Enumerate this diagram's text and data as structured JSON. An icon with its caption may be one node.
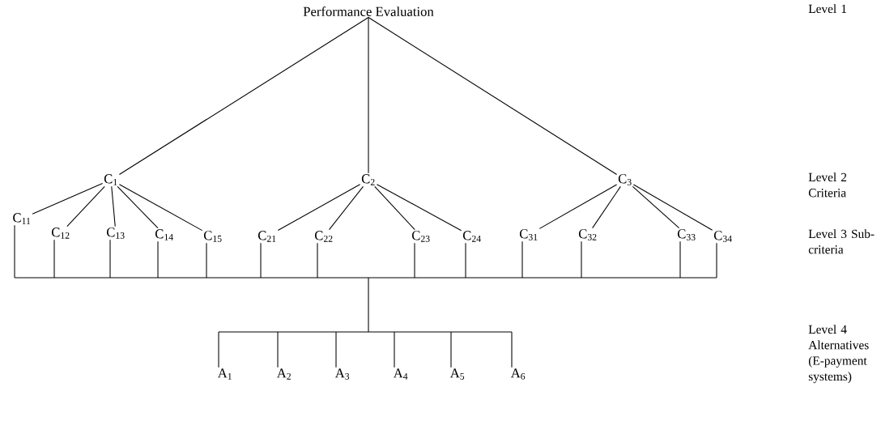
{
  "diagram": {
    "nodes": [
      {
        "text": [
          "Performance Evaluation"
        ]
      },
      {
        "text": [
          "C$_{1}$"
        ]
      },
      {
        "text": [
          "C$_{2}$"
        ]
      },
      {
        "text": [
          "C$_{3}$"
        ]
      },
      {
        "text": [
          "C$_{11}$"
        ]
      },
      {
        "text": [
          "C$_{12}$"
        ]
      },
      {
        "text": [
          "C$_{13}$"
        ]
      },
      {
        "text": [
          "C$_{14}$"
        ]
      },
      {
        "text": [
          "C$_{15}$"
        ]
      },
      {
        "text": [
          "C$_{21}$"
        ]
      },
      {
        "text": [
          "C$_{22}$"
        ]
      },
      {
        "text": [
          "C$_{23}$"
        ]
      },
      {
        "text": [
          "C$_{24}$"
        ]
      },
      {
        "text": [
          "C$_{31}$"
        ]
      },
      {
        "text": [
          "C$_{32}$"
        ]
      },
      {
        "text": [
          "C$_{33}$"
        ]
      },
      {
        "text": [
          "C$_{34}$"
        ]
      },
      {
        "text": [
          "A$_{1}$"
        ]
      },
      {
        "text": [
          "A$_{2}$"
        ]
      },
      {
        "text": [
          "A$_{3}$"
        ]
      },
      {
        "text": [
          "A$_{4}$"
        ]
      },
      {
        "text": [
          "A$_{5}$"
        ]
      },
      {
        "text": [
          "A$_{6}$"
        ]
      }
    ],
    "edges": [
      {
        "from": 0,
        "to": 1,
        "arrow": "none"
      },
      {
        "from": 0,
        "to": 2,
        "arrow": "none"
      },
      {
        "from": 0,
        "to": 3,
        "arrow": "none"
      },
      {
        "from": 1,
        "to": 4,
        "arrow": "none"
      },
      {
        "from": 1,
        "to": 5,
        "arrow": "none"
      },
      {
        "from": 1,
        "to": 6,
        "arrow": "none"
      },
      {
        "from": 1,
        "to": 7,
        "arrow": "none"
      },
      {
        "from": 1,
        "to": 8,
        "arrow": "none"
      },
      {
        "from": 2,
        "to": 9,
        "arrow": "none"
      },
      {
        "from": 2,
        "to": 10,
        "arrow": "none"
      },
      {
        "from": 2,
        "to": 11,
        "arrow": "none"
      },
      {
        "from": 2,
        "to": 12,
        "arrow": "none"
      },
      {
        "from": 3,
        "to": 13,
        "arrow": "none"
      },
      {
        "from": 3,
        "to": 14,
        "arrow": "none"
      },
      {
        "from": 3,
        "to": 15,
        "arrow": "none"
      },
      {
        "from": 3,
        "to": 16,
        "arrow": "none"
      },
      {
        "from": 4,
        "to": 17,
        "arrow": "none"
      },
      {
        "from": 4,
        "to": 18,
        "arrow": "none"
      },
      {
        "from": 4,
        "to": 19,
        "arrow": "none"
      },
      {
        "from": 4,
        "to": 20,
        "arrow": "none"
      },
      {
        "from": 4,
        "to": 21,
        "arrow": "none"
      },
      {
        "from": 4,
        "to": 22,
        "arrow": "none"
      },
      {
        "from": 5,
        "to": 17,
        "arrow": "none"
      },
      {
        "from": 5,
        "to": 18,
        "arrow": "none"
      },
      {
        "from": 5,
        "to": 19,
        "arrow": "none"
      },
      {
        "from": 5,
        "to": 20,
        "arrow": "none"
      },
      {
        "from": 5,
        "to": 21,
        "arrow": "none"
      },
      {
        "from": 5,
        "to": 22,
        "arrow": "none"
      },
      {
        "from": 6,
        "to": 17,
        "arrow": "none"
      },
      {
        "from": 6,
        "to": 18,
        "arrow": "none"
      },
      {
        "from": 6,
        "to": 19,
        "arrow": "none"
      },
      {
        "from": 6,
        "to": 20,
        "arrow": "none"
      },
      {
        "from": 6,
        "to": 21,
        "arrow": "none"
      },
      {
        "from": 6,
        "to": 22,
        "arrow": "none"
      },
      {
        "from": 7,
        "to": 17,
        "arrow": "none"
      },
      {
        "from": 7,
        "to": 18,
        "arrow": "none"
      },
      {
        "from": 7,
        "to": 19,
        "arrow": "none"
      },
      {
        "from": 7,
        "to": 20,
        "arrow": "none"
      },
      {
        "from": 7,
        "to": 21,
        "arrow": "none"
      },
      {
        "from": 7,
        "to": 22,
        "arrow": "none"
      },
      {
        "from": 8,
        "to": 17,
        "arrow": "none"
      },
      {
        "from": 8,
        "to": 18,
        "arrow": "none"
      },
      {
        "from": 8,
        "to": 19,
        "arrow": "none"
      },
      {
        "from": 8,
        "to": 20,
        "arrow": "none"
      },
      {
        "from": 8,
        "to": 21,
        "arrow": "none"
      },
      {
        "from": 8,
        "to": 22,
        "arrow": "none"
      },
      {
        "from": 9,
        "to": 17,
        "arrow": "none"
      },
      {
        "from": 9,
        "to": 18,
        "arrow": "none"
      },
      {
        "from": 9,
        "to": 19,
        "arrow": "none"
      },
      {
        "from": 9,
        "to": 20,
        "arrow": "none"
      },
      {
        "from": 9,
        "to": 21,
        "arrow": "none"
      },
      {
        "from": 9,
        "to": 22,
        "arrow": "none"
      },
      {
        "from": 10,
        "to": 17,
        "arrow": "none"
      },
      {
        "from": 10,
        "to": 18,
        "arrow": "none"
      },
      {
        "from": 10,
        "to": 19,
        "arrow": "none"
      },
      {
        "from": 10,
        "to": 20,
        "arrow": "none"
      },
      {
        "from": 10,
        "to": 21,
        "arrow": "none"
      },
      {
        "from": 10,
        "to": 22,
        "arrow": "none"
      },
      {
        "from": 11,
        "to": 17,
        "arrow": "none"
      },
      {
        "from": 11,
        "to": 18,
        "arrow": "none"
      },
      {
        "from": 11,
        "to": 19,
        "arrow": "none"
      },
      {
        "from": 11,
        "to": 20,
        "arrow": "none"
      },
      {
        "from": 11,
        "to": 21,
        "arrow": "none"
      },
      {
        "from": 11,
        "to": 22,
        "arrow": "none"
      },
      {
        "from": 12,
        "to": 17,
        "arrow": "none"
      },
      {
        "from": 12,
        "to": 18,
        "arrow": "none"
      },
      {
        "from": 12,
        "to": 19,
        "arrow": "none"
      },
      {
        "from": 12,
        "to": 20,
        "arrow": "none"
      },
      {
        "from": 12,
        "to": 21,
        "arrow": "none"
      },
      {
        "from": 12,
        "to": 22,
        "arrow": "none"
      },
      {
        "from": 13,
        "to": 17,
        "arrow": "none"
      },
      {
        "from": 13,
        "to": 18,
        "arrow": "none"
      },
      {
        "from": 13,
        "to": 19,
        "arrow": "none"
      },
      {
        "from": 13,
        "to": 20,
        "arrow": "none"
      },
      {
        "from": 13,
        "to": 21,
        "arrow": "none"
      },
      {
        "from": 13,
        "to": 22,
        "arrow": "none"
      },
      {
        "from": 14,
        "to": 17,
        "arrow": "none"
      },
      {
        "from": 14,
        "to": 18,
        "arrow": "none"
      },
      {
        "from": 14,
        "to": 19,
        "arrow": "none"
      },
      {
        "from": 14,
        "to": 20,
        "arrow": "none"
      },
      {
        "from": 14,
        "to": 21,
        "arrow": "none"
      },
      {
        "from": 14,
        "to": 22,
        "arrow": "none"
      },
      {
        "from": 15,
        "to": 17,
        "arrow": "none"
      },
      {
        "from": 15,
        "to": 18,
        "arrow": "none"
      },
      {
        "from": 15,
        "to": 19,
        "arrow": "none"
      },
      {
        "from": 15,
        "to": 20,
        "arrow": "none"
      },
      {
        "from": 15,
        "to": 21,
        "arrow": "none"
      },
      {
        "from": 15,
        "to": 22,
        "arrow": "none"
      },
      {
        "from": 16,
        "to": 17,
        "arrow": "none"
      },
      {
        "from": 16,
        "to": 18,
        "arrow": "none"
      },
      {
        "from": 16,
        "to": 19,
        "arrow": "none"
      },
      {
        "from": 16,
        "to": 20,
        "arrow": "none"
      },
      {
        "from": 16,
        "to": 21,
        "arrow": "none"
      },
      {
        "from": 16,
        "to": 22,
        "arrow": "none"
      }
    ],
    "labels": [
      "Level 1",
      "Level 2 Criteria",
      "Level 3 Sub-criteria",
      "Level 4 Alternatives (E-payment systems)"
    ]
  }
}
